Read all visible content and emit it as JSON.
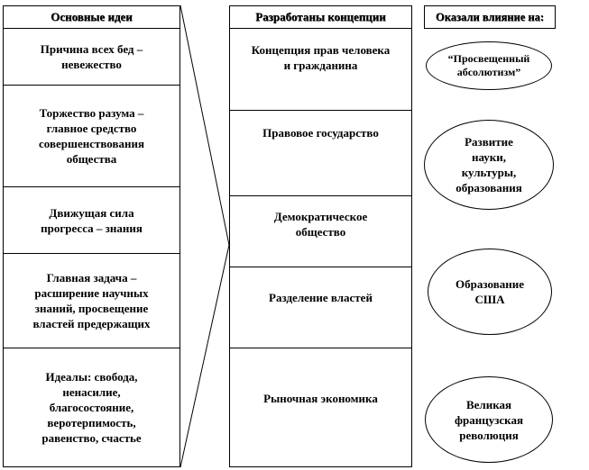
{
  "columns": {
    "ideas": {
      "header": "Основные идеи",
      "items": [
        "Причина всех бед –\nневежество",
        "Торжество разума –\nглавное средство\nсовершенствования\nобщества",
        "Движущая сила\nпрогресса – знания",
        "Главная задача –\nрасширение научных\nзнаний, просвещение\nвластей предержащих",
        "Идеалы: свобода,\nненасилие,\nблагосостояние,\nверотерпимость,\nравенство, счастье"
      ]
    },
    "concepts": {
      "header": "Разработаны концепции",
      "items": [
        "Концепция прав человека\nи гражданина",
        "Правовое государство",
        "Демократическое\nобщество",
        "Разделение властей",
        "Рыночная экономика"
      ]
    },
    "influence": {
      "header": "Оказали влияние на:",
      "items": [
        "“Просвещенный\nабсолютизм”",
        "Развитие\nнауки,\nкультуры,\nобразования",
        "Образование\nСША",
        "Великая\nфранцузская\nреволюция"
      ]
    }
  }
}
